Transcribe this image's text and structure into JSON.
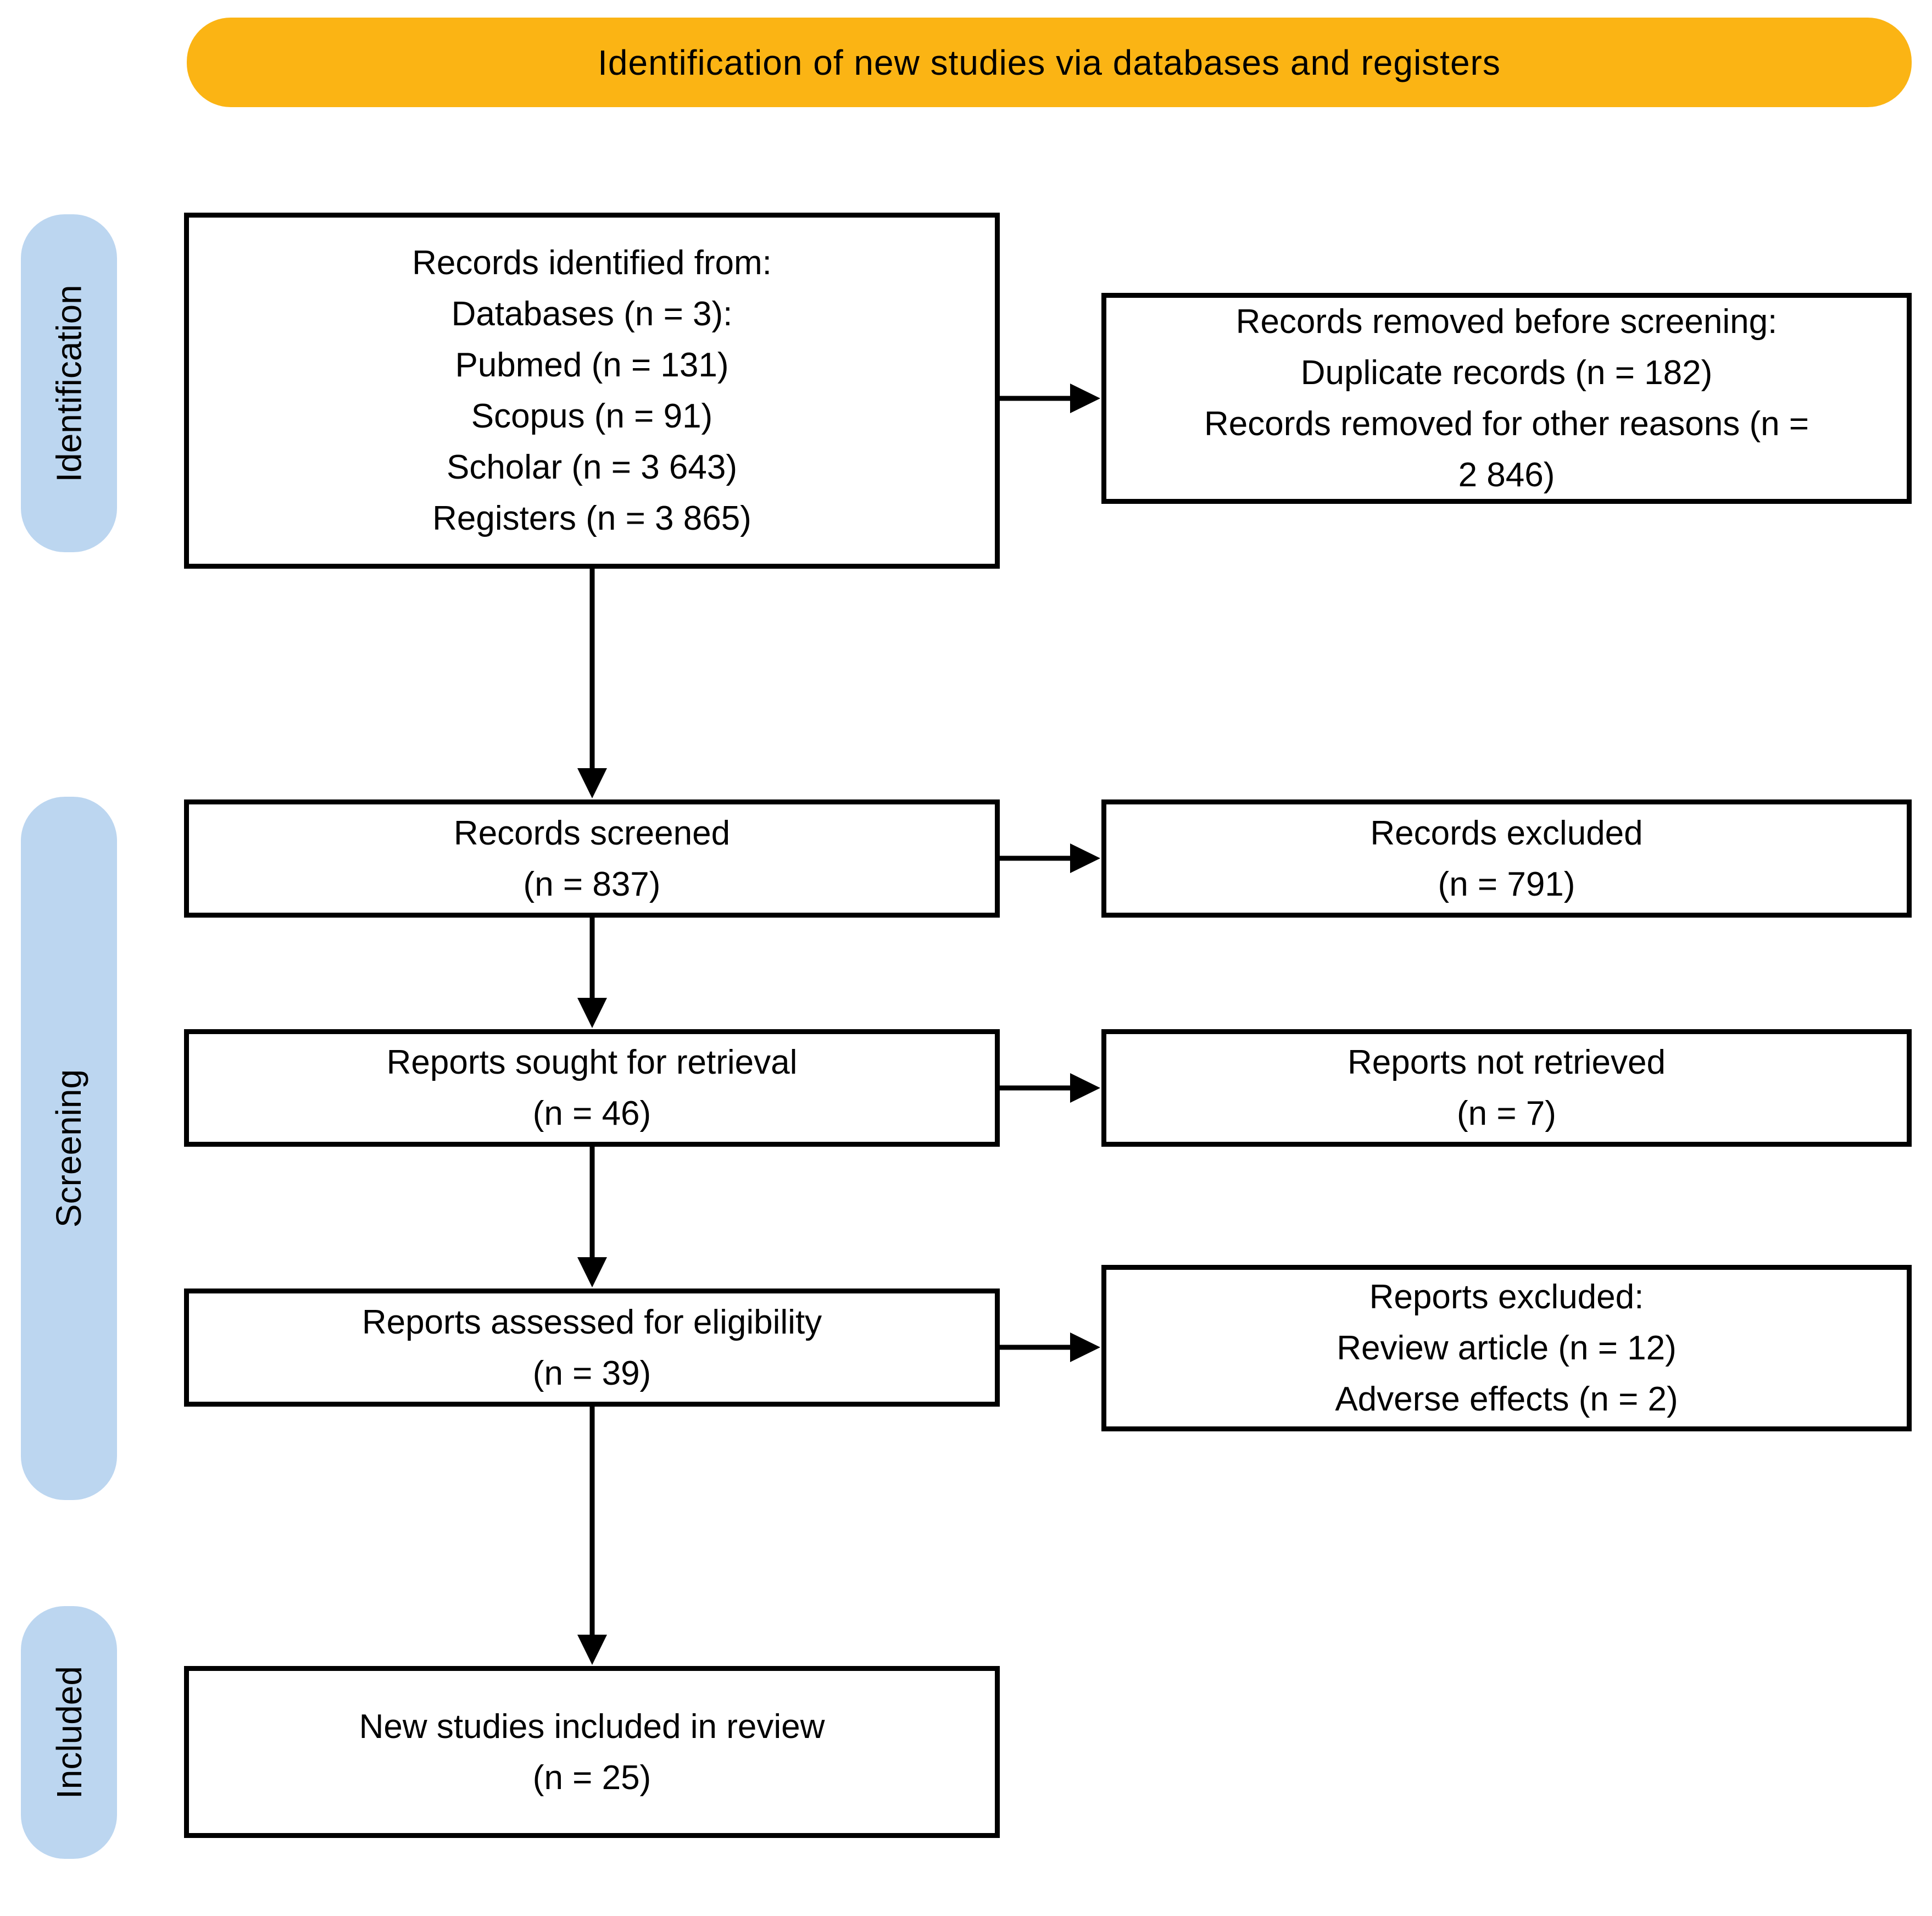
{
  "banner": {
    "title": "Identification of new studies via databases and registers"
  },
  "colors": {
    "banner_bg": "#fbb414",
    "rail_bg": "#bcd6f0",
    "box_border": "#000000",
    "text": "#000000"
  },
  "stages": [
    {
      "label": "Identification"
    },
    {
      "label": "Screening"
    },
    {
      "label": "Included"
    }
  ],
  "boxes": {
    "records_identified": "Records identified from:\nDatabases (n = 3):\nPubmed (n = 131)\nScopus (n = 91)\nScholar (n = 3 643)\nRegisters (n = 3 865)",
    "records_removed": "Records removed before screening:\nDuplicate records (n = 182)\nRecords removed for other reasons (n =\n2 846)",
    "records_screened": "Records screened\n(n = 837)",
    "records_excluded": "Records excluded\n(n = 791)",
    "reports_sought": "Reports sought for retrieval\n(n = 46)",
    "reports_not_retrieved": "Reports not retrieved\n(n = 7)",
    "reports_assessed": "Reports assessed for eligibility\n(n = 39)",
    "reports_excluded_detail": "Reports excluded:\nReview article (n = 12)\nAdverse effects (n = 2)",
    "new_studies_included": "New studies included in review\n(n = 25)"
  }
}
